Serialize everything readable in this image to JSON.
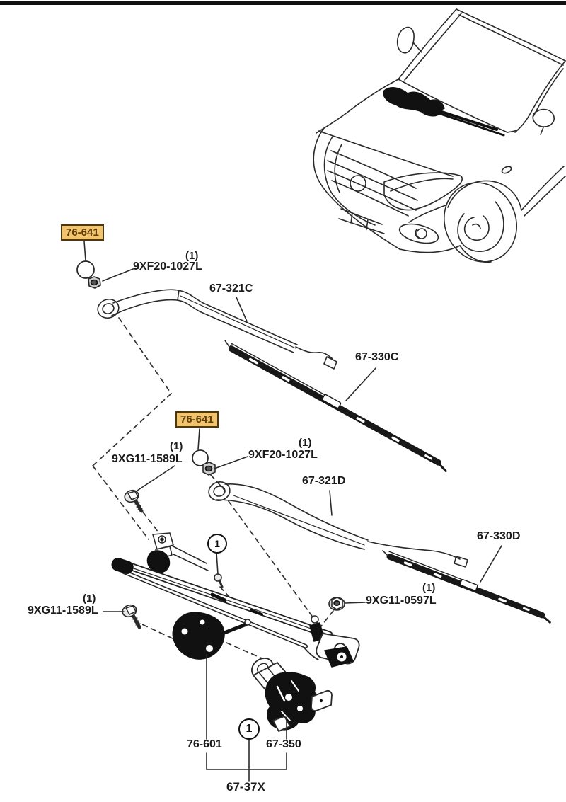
{
  "diagram": {
    "kind": "wiper-parts-diagram",
    "top_border": true
  },
  "labels": {
    "highlight_front_cap": "76-641",
    "highlight_rear_cap": "76-641",
    "qty_one": "(1)",
    "front_pivot_nut": "9XF20-1027L",
    "rear_pivot_nut": "9XF20-1027L",
    "front_wiper_arm": "67-321C",
    "front_wiper_blade": "67-330C",
    "front_mount_bolt": "9XG11-1589L",
    "lower_mount_bolt": "9XG11-1589L",
    "link_nut": "9XG11-0597L",
    "wiper_linkage": "76-601",
    "wiper_motor": "67-350",
    "wiper_assembly": "67-37X",
    "callout_index": "1"
  },
  "colors": {
    "highlight_bg": "#F3C46E",
    "highlight_border": "#4F3708",
    "highlight_text": "#5F3C06",
    "ink": "#1B1B1B",
    "background": "#FFFFFF"
  }
}
